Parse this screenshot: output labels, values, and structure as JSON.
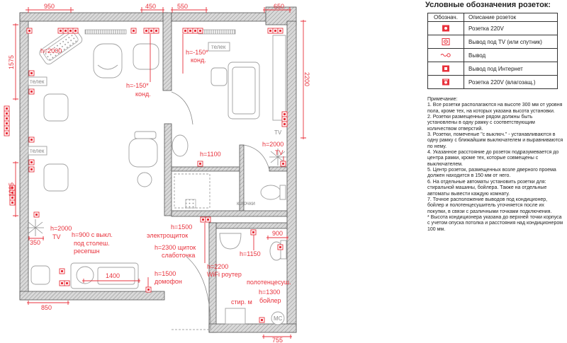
{
  "colors": {
    "annotation": "#e8323c",
    "walls": "#8c8c8c",
    "furniture": "#a0a0a0",
    "text": "#222222"
  },
  "dimensions": {
    "top_950": "950",
    "top_450": "450",
    "top_550": "550",
    "top_650": "650",
    "left_1575": "1575",
    "right_2200": "2200",
    "left_1085": "1085",
    "left_350": "350",
    "bottom_850": "850",
    "desk_1400": "1400",
    "bath_755": "755",
    "bath_900": "900"
  },
  "annotations": {
    "h2000_top_left": "h=2000",
    "cond_right_h": "h=-150*",
    "cond_right_label": "конд.",
    "cond_left_h": "h=-150*",
    "cond_left_label": "конд.",
    "h1100": "h=1100",
    "tv_right_h": "h=2000",
    "tv_right_label": "TV",
    "tv_left_h": "h=2000",
    "tv_left_label": "TV",
    "reception_h": "h=900 с выкл.",
    "reception_line2": "под столеш.",
    "reception_line3": "ресепшн",
    "panel_h": "h=1500",
    "panel_label": "электрощиток",
    "lowcurrent_h": "h=2300 щиток",
    "lowcurrent_label": "слаботочка",
    "wifi_h": "h=2200",
    "wifi_label": "WiFi роутер",
    "intercom_h": "h=1500",
    "intercom_label": "домофон",
    "h1150": "h=1150",
    "towel_label": "полотенцесуш.",
    "boiler_h": "h=1300",
    "boiler_label": "бойлер",
    "washer_label": "стир. м"
  },
  "furniture_labels": {
    "tv_right_room": "телек",
    "tv_left_upper": "телек",
    "tv_left_lower": "телек",
    "tv_right_gray": "TV",
    "hooks": "крючки",
    "toilet_ms": "МС"
  },
  "legend": {
    "title": "Условные обозначения розеток:",
    "col_symbol": "Обознач.",
    "col_description": "Описание розеток",
    "rows": [
      {
        "icon": "socket-220v-icon",
        "description": "Розетка 220V"
      },
      {
        "icon": "tv-outlet-icon",
        "description": "Вывод под TV (или спутник)"
      },
      {
        "icon": "wire-output-icon",
        "description": "Вывод"
      },
      {
        "icon": "internet-outlet-icon",
        "description": "Вывод под Интернет"
      },
      {
        "icon": "waterproof-socket-icon",
        "description": "Розетка 220V (влагозащ.)"
      }
    ]
  },
  "notes": {
    "heading": "Примечание:",
    "items": [
      "1. Все розетки располагаются на высоте 300 мм от уровня пола, кроме тех, на которых указана высота установки.",
      "2. Розетки размещенные рядом должны быть установлены в одну рамку с соответствующим количеством отверстий.",
      "3. Розетки, помеченые \"с выключ.\" - устанавливаются в одну рамку с ближайшим выключателем и выравниваются по нему.",
      "4. Указанное расстояние до розеток подразумевается до центра рамки, кроме тех, которые совмещены с выключателем.",
      "5. Центр розеток, размещенных возле дверного проема должен находится в 150 мм от него.",
      "6. На отдельные автоматы установить розетки для: стиральной машины, бойлера. Также на отдельные автоматы вывести каждую комнату.",
      "7. Точное расположение выводов под кондиционер, бойлер и полотенцесушитель уточняется после их покупки, в связи с различными точками подключения.",
      "* Высота кондиционера указана до верхней точки корпуса с учетом опуска потолка и расстояния над кондиционером 100 мм."
    ]
  }
}
